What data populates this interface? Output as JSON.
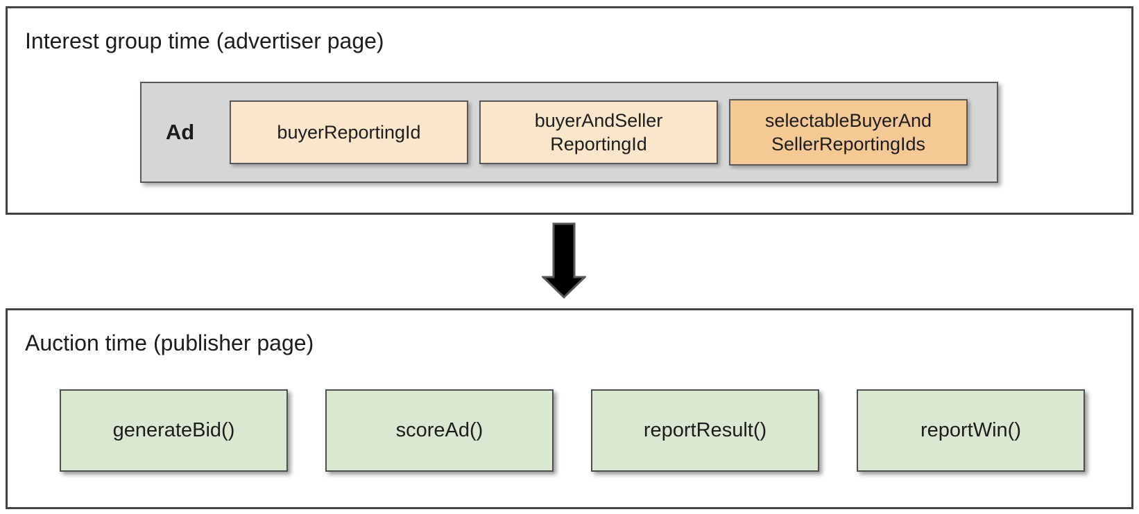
{
  "top_section": {
    "title": "Interest group time (advertiser page)",
    "ad_container": {
      "label": "Ad",
      "id_boxes": [
        {
          "text": "buyerReportingId",
          "variant": "light"
        },
        {
          "text": "buyerAndSeller\nReportingId",
          "variant": "light"
        },
        {
          "text": "selectableBuyerAnd\nSellerReportingIds",
          "variant": "highlight"
        }
      ]
    }
  },
  "connector": {
    "icon": "down-arrow-icon"
  },
  "bottom_section": {
    "title": "Auction time (publisher page)",
    "function_boxes": [
      {
        "text": "generateBid()"
      },
      {
        "text": "scoreAd()"
      },
      {
        "text": "reportResult()"
      },
      {
        "text": "reportWin()"
      }
    ]
  },
  "colors": {
    "panel_border": "#424242",
    "ad_container_fill": "#d6d6d6",
    "id_box_fill_light": "#fae6cb",
    "id_box_fill_highlight": "#f4c994",
    "function_box_fill": "#dbe8d1",
    "inner_box_border": "#58585a",
    "arrow_fill": "#000000",
    "arrow_outline": "#58585a",
    "text": "#1c1c1c"
  }
}
